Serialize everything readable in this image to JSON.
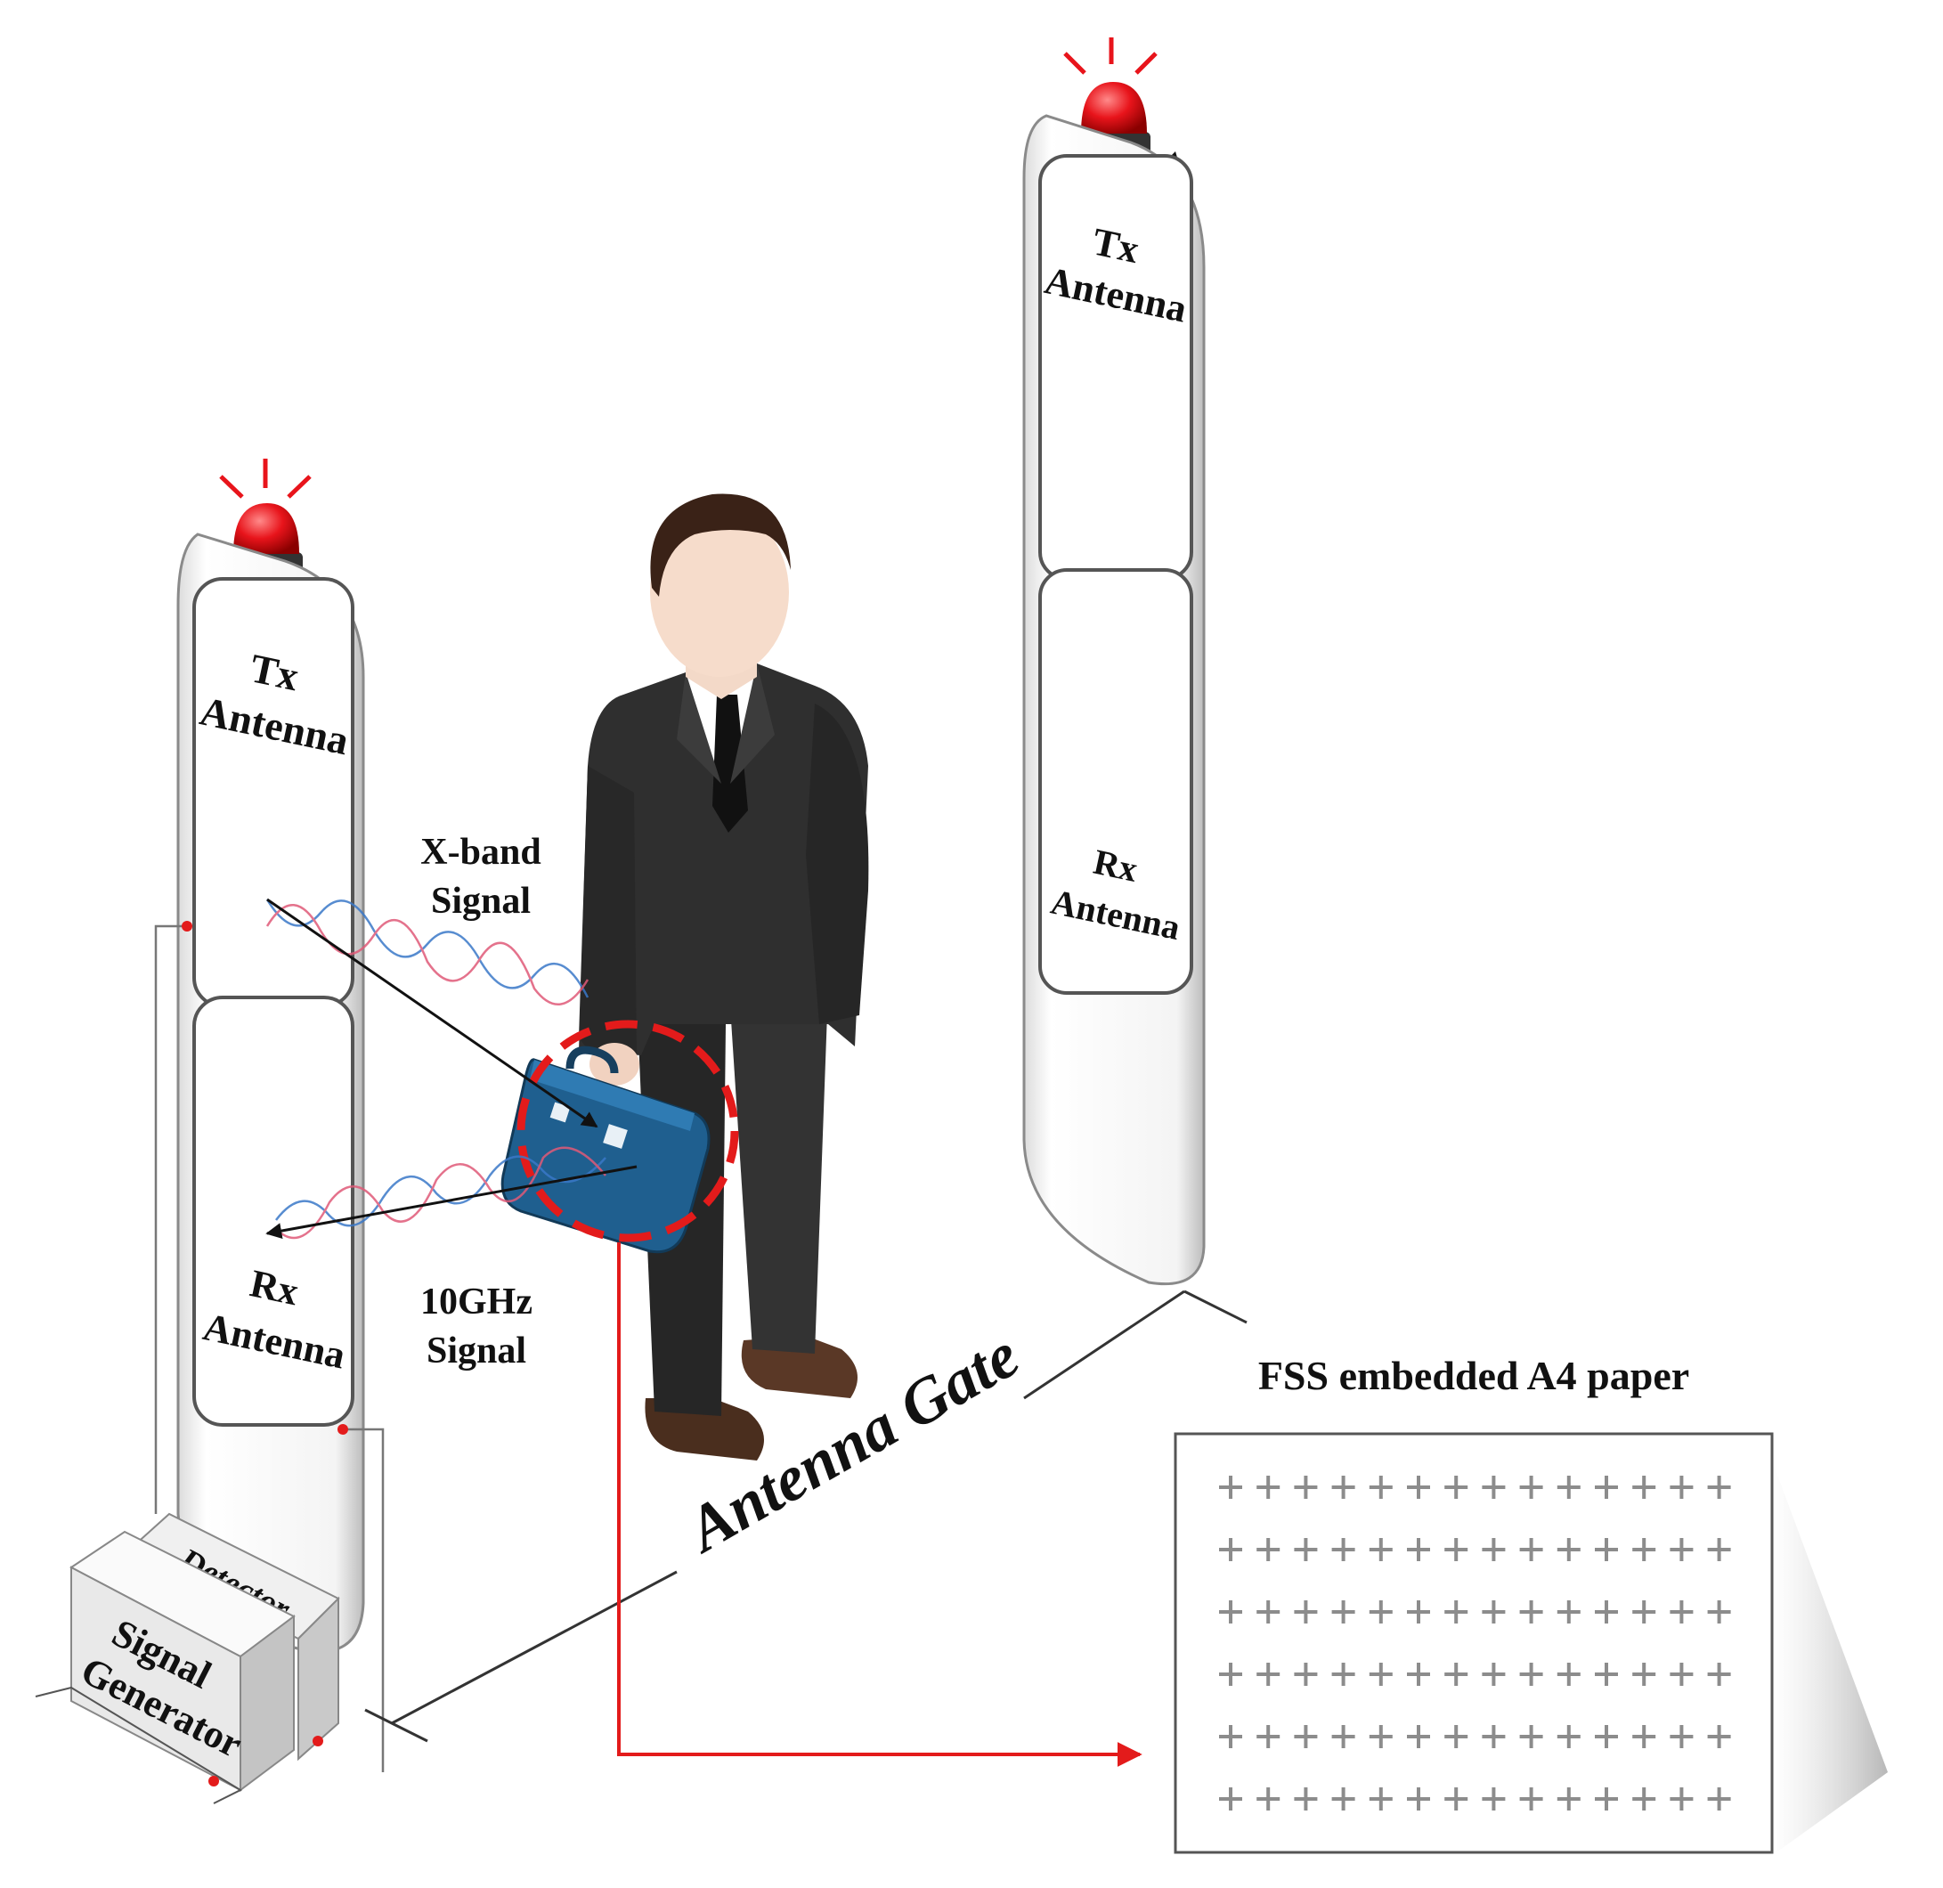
{
  "labels": {
    "left_tx": [
      "Tx",
      "Antenna"
    ],
    "left_rx": [
      "Rx",
      "Antenna"
    ],
    "right_tx": [
      "Tx",
      "Antenna"
    ],
    "right_rx": [
      "Rx",
      "Antenna"
    ],
    "xband": [
      "X-band",
      "Signal"
    ],
    "ghz": [
      "10GHz",
      "Signal"
    ],
    "detector": "Detector",
    "signal_generator": [
      "Signal",
      "Generator"
    ],
    "antenna_gate": "Antenna Gate",
    "fss_title": "FSS embedded A4 paper"
  },
  "fss_grid": {
    "rows": 6,
    "cols": 14,
    "symbol": "+"
  },
  "colors": {
    "alarm_red": "#e8141b",
    "accent_red": "#e31b1b",
    "bag_blue": "#1f5f8f",
    "suit": "#2f2f2f",
    "wave_blue": "#3a78c8",
    "wave_pink": "#e05a78"
  }
}
